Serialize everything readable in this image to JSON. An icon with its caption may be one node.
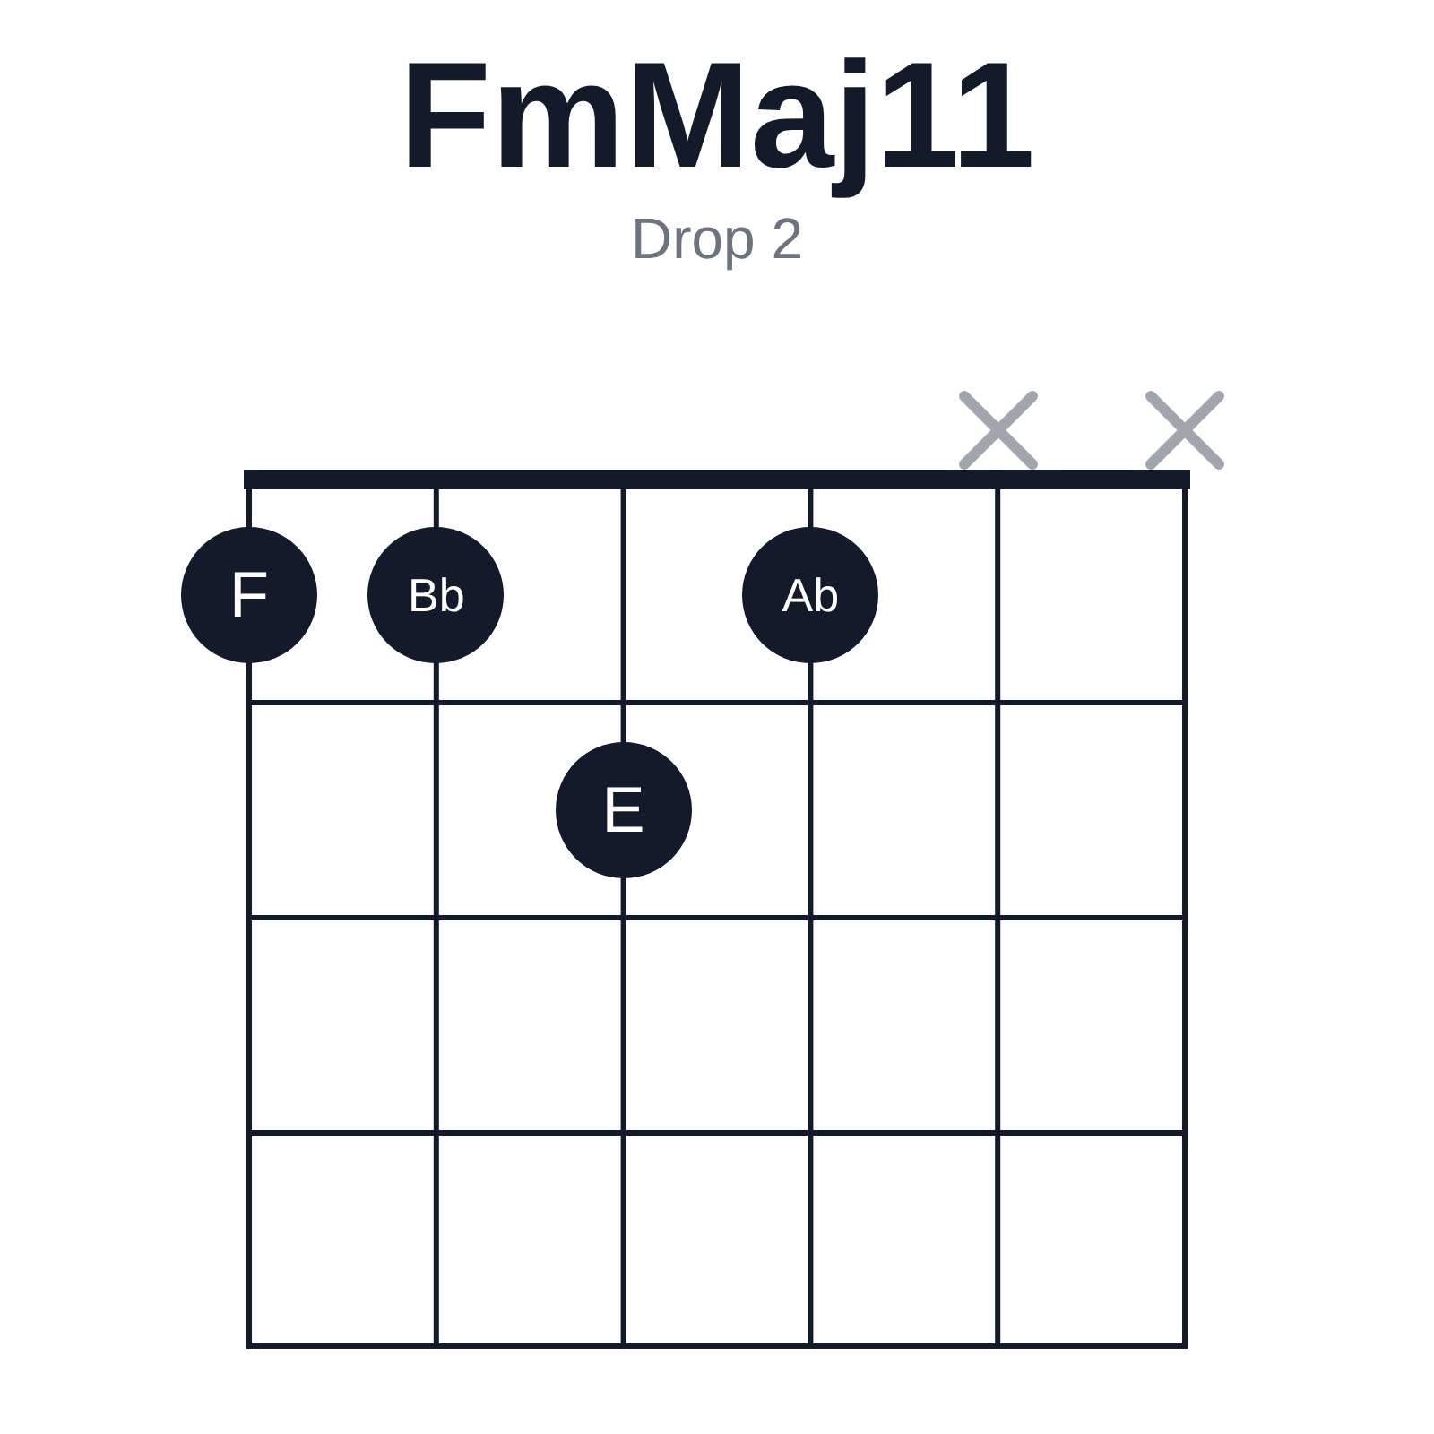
{
  "diagram": {
    "title": "FmMaj11",
    "nodes": [
      {
        "text": [
          "F"
        ]
      },
      {
        "text": [
          "Bb"
        ]
      },
      {
        "text": [
          "Ab"
        ]
      },
      {
        "text": [
          "E"
        ]
      }
    ],
    "labels": [
      "Drop 2"
    ]
  }
}
